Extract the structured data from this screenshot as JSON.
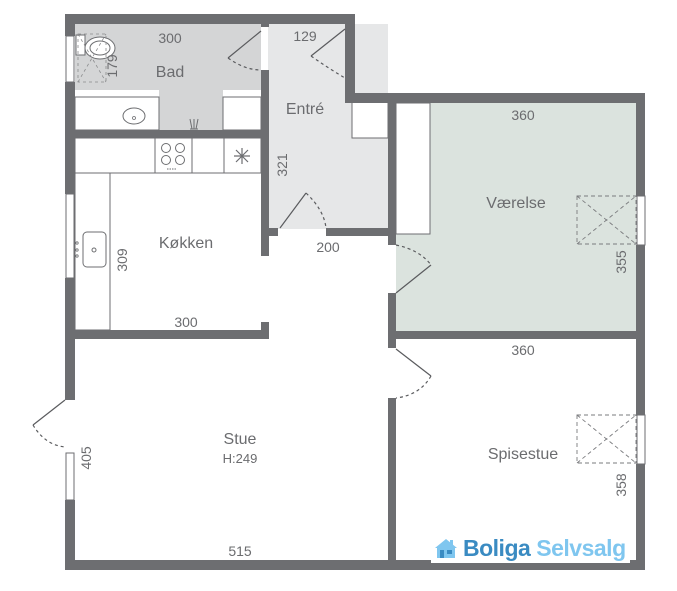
{
  "floorplan": {
    "rooms": [
      {
        "name": "Bad",
        "dims": [
          "300",
          "179"
        ]
      },
      {
        "name": "Entré",
        "dims": [
          "129",
          "321",
          "200"
        ]
      },
      {
        "name": "Køkken",
        "dims": [
          "309",
          "300"
        ]
      },
      {
        "name": "Værelse",
        "dims": [
          "360",
          "355"
        ]
      },
      {
        "name": "Stue",
        "height": "H:249",
        "dims": [
          "405",
          "515"
        ]
      },
      {
        "name": "Spisestue",
        "dims": [
          "360",
          "358"
        ]
      }
    ],
    "labels": {
      "bad": "Bad",
      "entre": "Entré",
      "kokken": "Køkken",
      "vaerelse": "Værelse",
      "stue": "Stue",
      "stue_height": "H:249",
      "spisestue": "Spisestue"
    },
    "dims": {
      "bad_w": "300",
      "bad_h": "179",
      "entre_w": "129",
      "entre_h": "321",
      "entre_door": "200",
      "kokken_h": "309",
      "kokken_w": "300",
      "vaerelse_w": "360",
      "vaerelse_h": "355",
      "stue_h": "405",
      "stue_w": "515",
      "spisestue_w": "360",
      "spisestue_h": "358"
    },
    "colors": {
      "wall": "#6d6e71",
      "bad_fill": "#d4d5d6",
      "entre_fill": "#e6e7e8",
      "vaerelse_fill": "#dbe3de",
      "text": "#6b6c6f"
    }
  },
  "logo": {
    "brand": "Boliga",
    "product": "Selvsalg",
    "icon": "house-icon"
  }
}
